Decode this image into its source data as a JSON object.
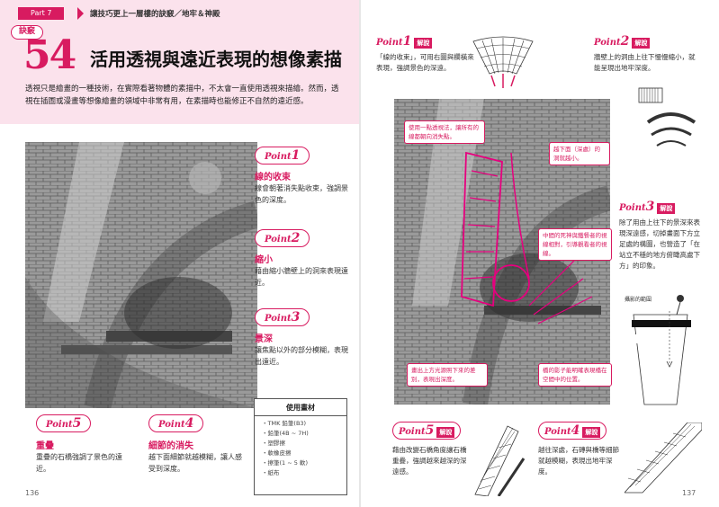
{
  "header": {
    "part_label": "Part 7",
    "breadcrumb": "讓技巧更上一層樓的訣竅／地牢＆神殿",
    "secret_label": "訣竅",
    "section_number": "54",
    "title": "活用透視與遠近表現的想像素描",
    "intro": "透視只是繪畫的一種技術，在實際看著物體的素描中，不太會一直使用透視來描繪。然而，透視在插圖或漫畫等想像繪畫的領域中非常有用，在素描時也能修正不自然的遠近感。"
  },
  "left_points": [
    {
      "label": "Point",
      "num": "1",
      "heading": "線的收束",
      "desc": "線會朝著消失點收束，強調景色的深度。"
    },
    {
      "label": "Point",
      "num": "2",
      "heading": "縮小",
      "desc": "藉由縮小牆壁上的洞來表現遠近。"
    },
    {
      "label": "Point",
      "num": "3",
      "heading": "景深",
      "desc": "讓焦點以外的部分模糊，表現出遠近。"
    },
    {
      "label": "Point",
      "num": "5",
      "heading": "重疊",
      "desc": "重疊的石橋強調了景色的遠近。"
    },
    {
      "label": "Point",
      "num": "4",
      "heading": "細節的消失",
      "desc": "越下面細節就越模糊，讓人感受到深度。"
    }
  ],
  "tools": {
    "title": "使用畫材",
    "items": [
      "・TMK 鉛筆(B3)",
      "・鉛筆(4B ~ 7H)",
      "・塑膠擦",
      "・軟橡皮擦",
      "・擦筆(1 ~ 5 軟)",
      "・紙布"
    ]
  },
  "right": {
    "explain_tag": "解說",
    "p1": {
      "label": "Point",
      "num": "1",
      "text": "「線的收束」，可用右圖與欄橫來表現，強調景色的深遠。"
    },
    "p2": {
      "label": "Point",
      "num": "2",
      "text": "牆壁上的洞由上往下慢慢縮小，就能呈現出地牢深度。"
    },
    "p3": {
      "label": "Point",
      "num": "3",
      "text": "除了用由上往下的景深來表現深遠感，切掉畫面下方立足處的構圖，也營造了「在站立不穩的地方俯瞰高處下方」的印象。"
    },
    "p5": {
      "label": "Point",
      "num": "5",
      "text": "藉由改變石橋角度讓石橋重疊，強調越來越深的深遠感。"
    },
    "p4": {
      "label": "Point",
      "num": "4",
      "text": "越往深處，石磚與橋等細節就越模糊，表現出地牢深度。"
    },
    "notes": [
      "使用一點透視法，讓所有的線都朝向消失點。",
      "越下面（深處）的洞就越小。",
      "中間的死神與鐵餐者的視線相對，引導觀看者的視線。",
      "畫出上方光源照下來的差別，表現出深度。",
      "橋的影子能明確表現橋在空間中的位置。"
    ],
    "diagram_label": "攝影的範圍"
  },
  "page_numbers": {
    "left": "136",
    "right": "137"
  }
}
